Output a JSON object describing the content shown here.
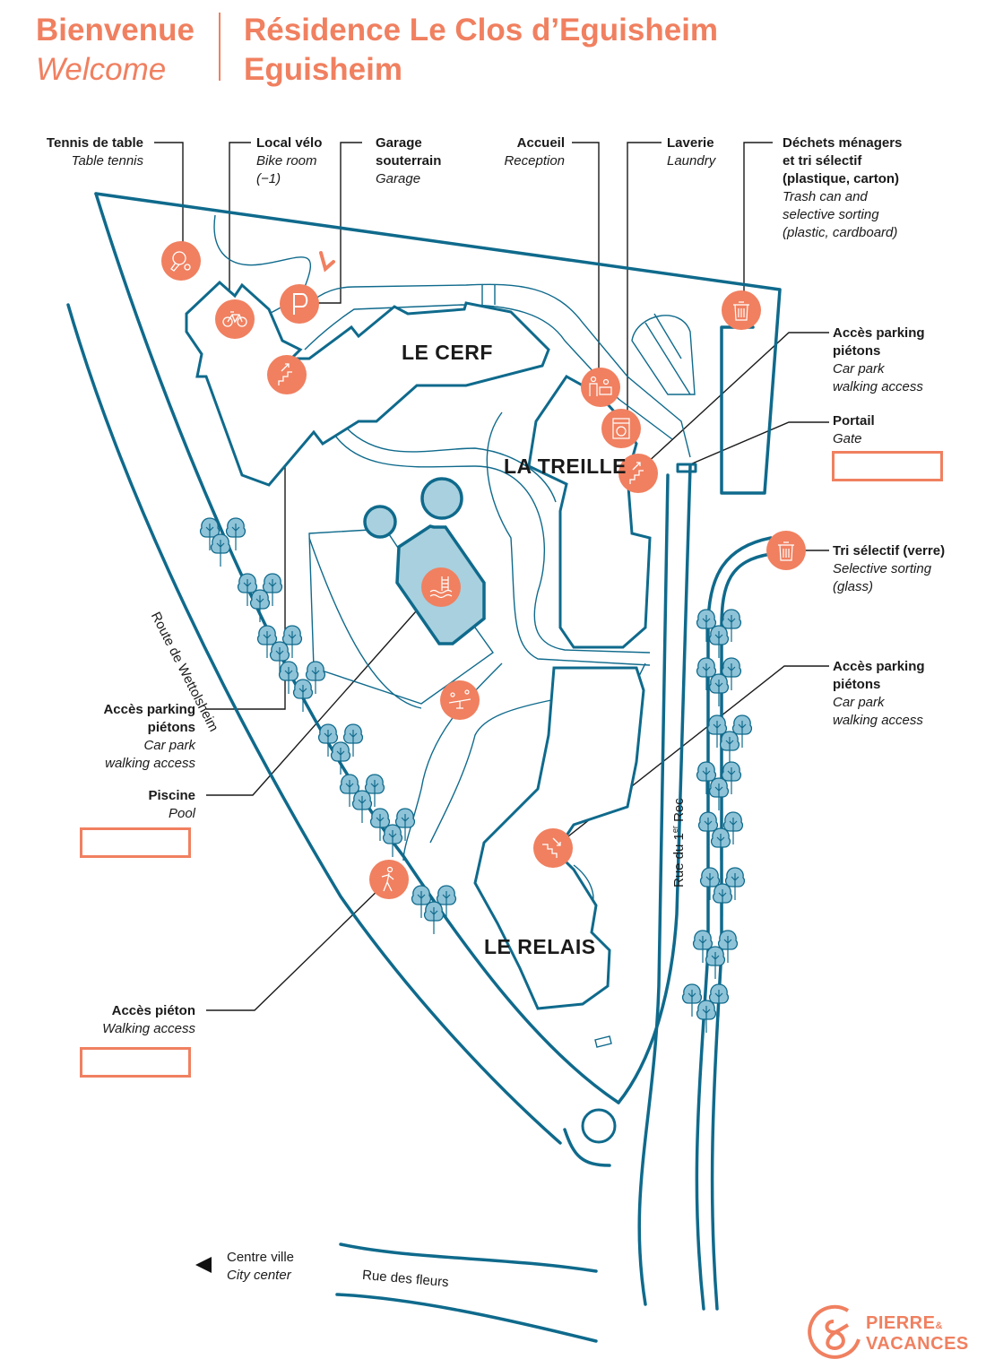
{
  "header": {
    "welcome_fr": "Bienvenue",
    "welcome_en": "Welcome",
    "residence_name": "Résidence Le Clos d’Eguisheim",
    "town": "Eguisheim"
  },
  "colors": {
    "accent": "#f08060",
    "map_line": "#0f6a8c",
    "pool_fill": "#a8d0de",
    "tree_fill": "#8fc3d8"
  },
  "buildings": {
    "le_cerf": "LE CERF",
    "la_treille": "LA TREILLE",
    "le_relais": "LE RELAIS"
  },
  "streets": {
    "route_wettolsheim": "Route de Wettolsheim",
    "rue_1er_rec_pre": "Rue du 1",
    "rue_1er_rec_sup": "er",
    "rue_1er_rec_post": " Rec",
    "rue_des_fleurs": "Rue des fleurs"
  },
  "city_center": {
    "fr": "Centre ville",
    "en": "City center",
    "icon": "left-triangle-icon"
  },
  "legend": {
    "table_tennis": {
      "fr": "Tennis de table",
      "en": "Table tennis",
      "icon": "ping-pong-icon"
    },
    "bike_room": {
      "fr": "Local vélo",
      "en1": "Bike room",
      "en2": "(−1)",
      "icon": "bicycle-icon"
    },
    "garage": {
      "fr1": "Garage",
      "fr2": "souterrain",
      "en": "Garage",
      "icon": "parking-icon"
    },
    "reception": {
      "fr": "Accueil",
      "en": "Reception",
      "icon": "reception-desk-icon"
    },
    "laundry": {
      "fr": "Laverie",
      "en": "Laundry",
      "icon": "washing-machine-icon"
    },
    "trash": {
      "fr1": "Déchets ménagers",
      "fr2": "et tri sélectif",
      "fr3": "(plastique, carton)",
      "en1": "Trash can and",
      "en2": "selective sorting",
      "en3": "(plastic, cardboard)",
      "icon": "trash-icon"
    },
    "car_park_access_1": {
      "fr1": "Accès parking",
      "fr2": "piétons",
      "en1": "Car park",
      "en2": "walking access",
      "icon": "stairs-up-icon"
    },
    "gate": {
      "fr": "Portail",
      "en": "Gate",
      "code_box": ""
    },
    "glass_sorting": {
      "fr": "Tri sélectif (verre)",
      "en1": "Selective sorting",
      "en2": "(glass)",
      "icon": "trash-icon"
    },
    "car_park_access_2": {
      "fr1": "Accès parking",
      "fr2": "piétons",
      "en1": "Car park",
      "en2": "walking access",
      "icon": "stairs-down-icon"
    },
    "car_park_access_3": {
      "fr1": "Accès parking",
      "fr2": "piétons",
      "en1": "Car park",
      "en2": "walking access",
      "icon": "stairs-up-icon"
    },
    "pool": {
      "fr": "Piscine",
      "en": "Pool",
      "code_box": "",
      "icon": "pool-ladder-icon"
    },
    "walking_access": {
      "fr": "Accès piéton",
      "en": "Walking access",
      "code_box": "",
      "icon": "pedestrian-icon"
    },
    "playground": {
      "icon": "seesaw-icon"
    }
  },
  "brand": {
    "line1": "PIERRE",
    "amp": "&",
    "line2": "VACANCES"
  }
}
